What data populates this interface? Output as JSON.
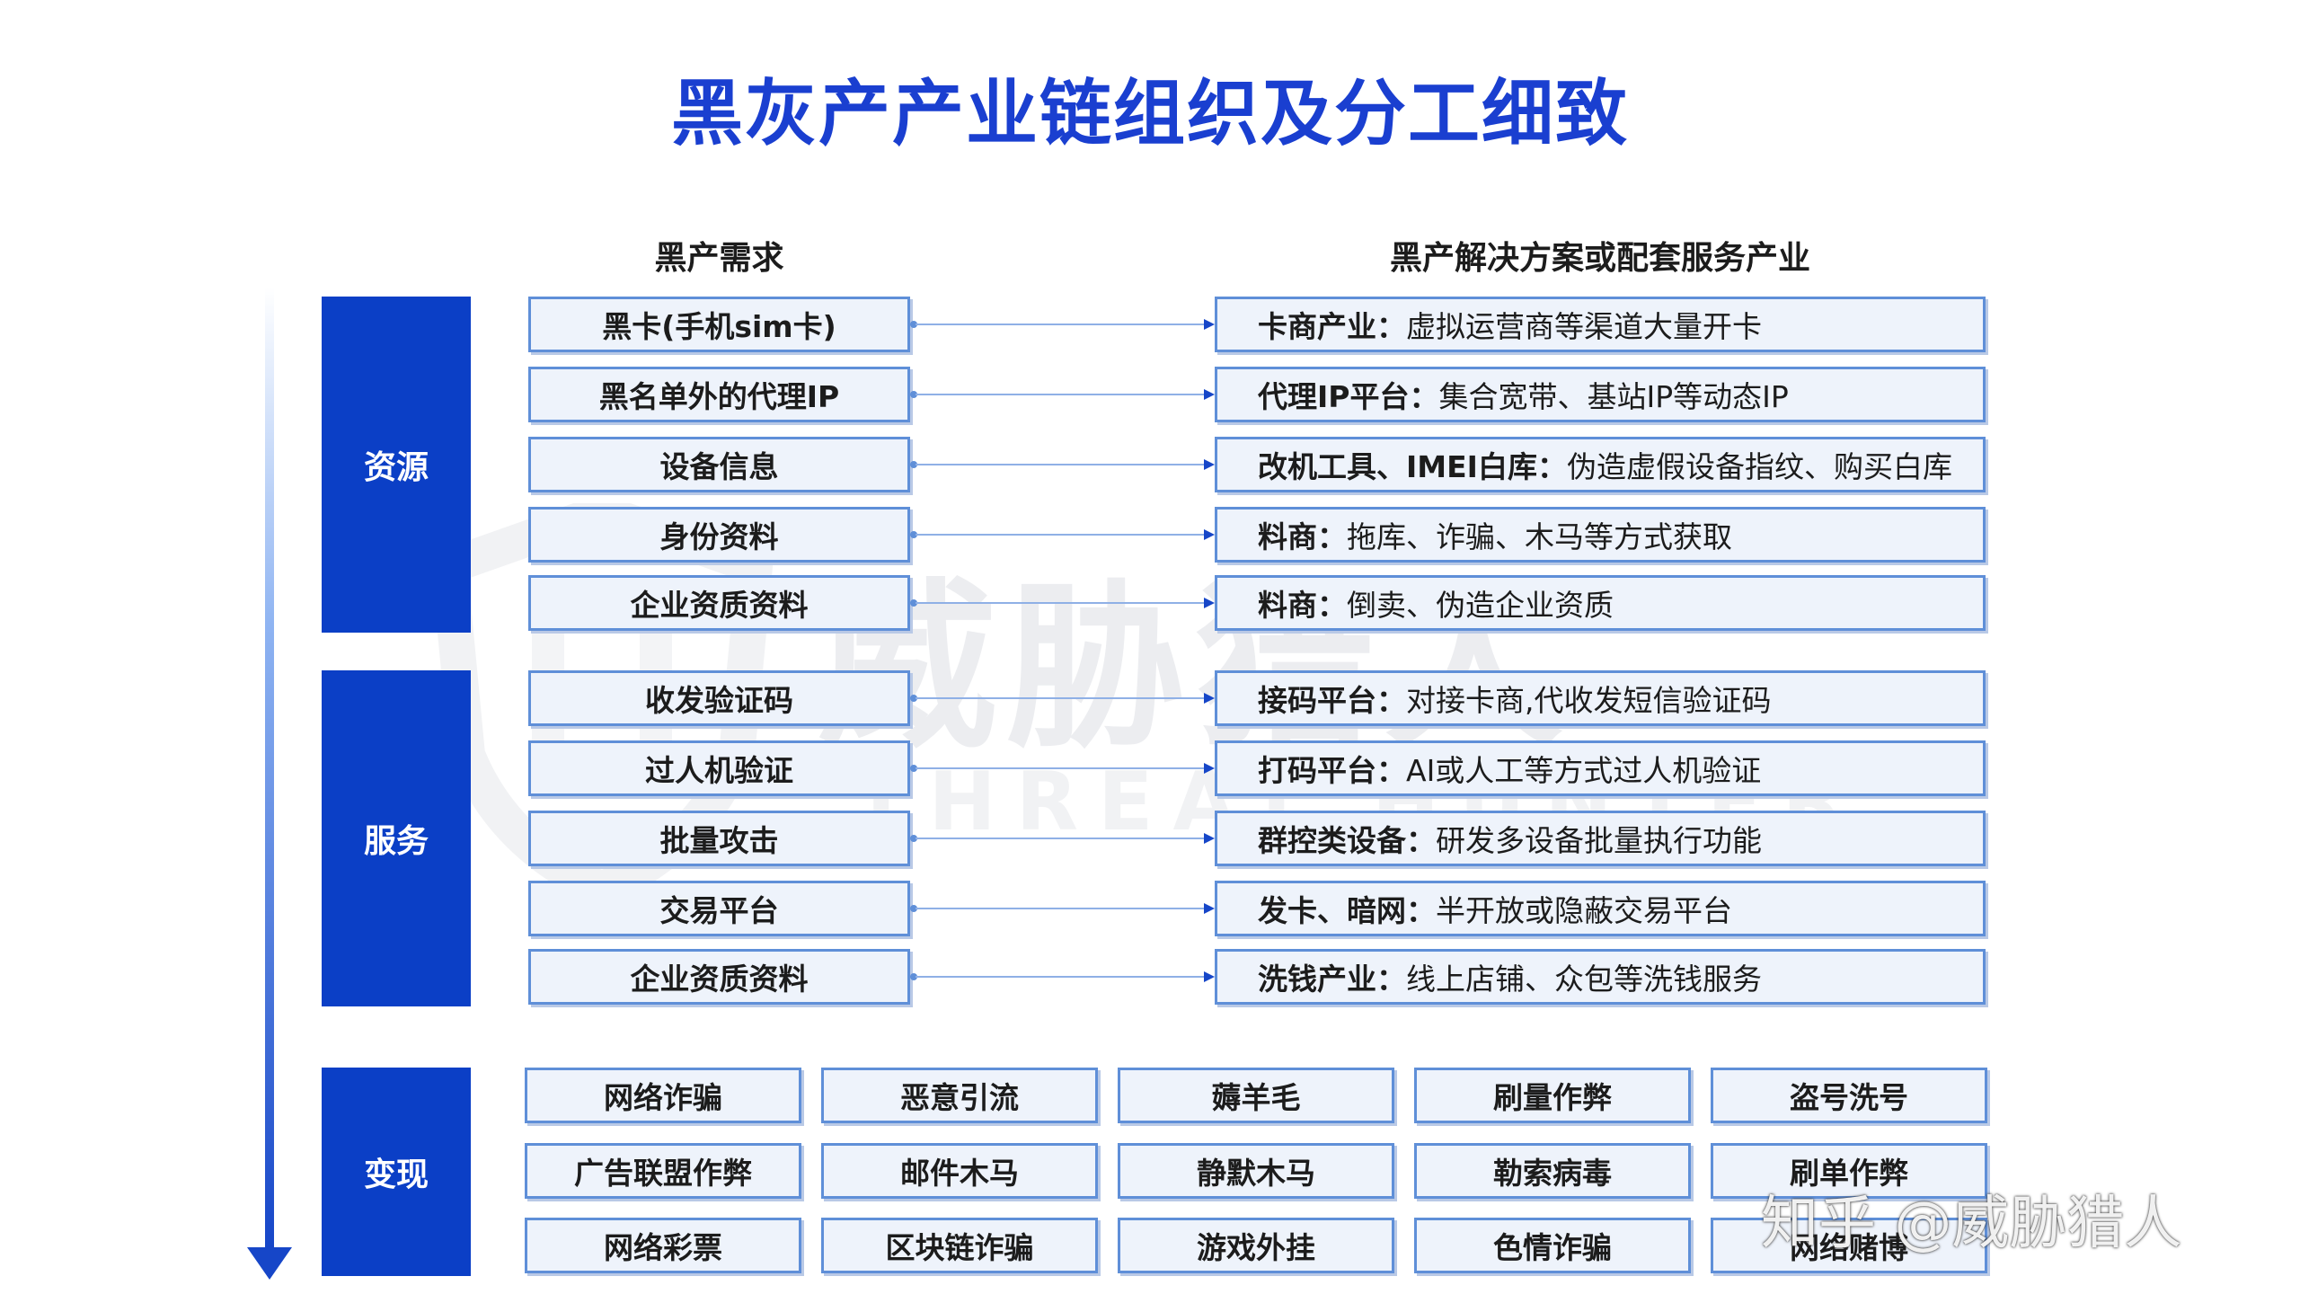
{
  "title": "黑灰产产业链组织及分工细致",
  "headers": {
    "left": "黑产需求",
    "right": "黑产解决方案或配套服务产业"
  },
  "categories": {
    "resources": "资源",
    "services": "服务",
    "monetize": "变现"
  },
  "resources": [
    {
      "need": "黑卡(手机sim卡)",
      "key": "卡商产业：",
      "desc": "虚拟运营商等渠道大量开卡"
    },
    {
      "need": "黑名单外的代理IP",
      "key": "代理IP平台：",
      "desc": "集合宽带、基站IP等动态IP"
    },
    {
      "need": "设备信息",
      "key": "改机工具、IMEI白库：",
      "desc": "伪造虚假设备指纹、购买白库"
    },
    {
      "need": "身份资料",
      "key": "料商：",
      "desc": "拖库、诈骗、木马等方式获取"
    },
    {
      "need": "企业资质资料",
      "key": "料商：",
      "desc": "倒卖、伪造企业资质"
    }
  ],
  "services": [
    {
      "need": "收发验证码",
      "key": "接码平台：",
      "desc": "对接卡商,代收发短信验证码"
    },
    {
      "need": "过人机验证",
      "key": "打码平台：",
      "desc": "AI或人工等方式过人机验证"
    },
    {
      "need": "批量攻击",
      "key": "群控类设备：",
      "desc": "研发多设备批量执行功能"
    },
    {
      "need": "交易平台",
      "key": "发卡、暗网：",
      "desc": "半开放或隐蔽交易平台"
    },
    {
      "need": "企业资质资料",
      "key": "洗钱产业：",
      "desc": "线上店铺、众包等洗钱服务"
    }
  ],
  "monetize": [
    [
      "网络诈骗",
      "恶意引流",
      "薅羊毛",
      "刷量作弊",
      "盗号洗号"
    ],
    [
      "广告联盟作弊",
      "邮件木马",
      "静默木马",
      "勒索病毒",
      "刷单作弊"
    ],
    [
      "网络彩票",
      "区块链诈骗",
      "游戏外挂",
      "色情诈骗",
      "网络赌博"
    ]
  ],
  "watermark": {
    "cn": "威胁猎人",
    "en": "THREAT HUNTER",
    "zhihu": "知乎 @威胁猎人"
  },
  "colors": {
    "title": "#1a3fd0",
    "category_bg": "#0b3fc6",
    "box_bg": "#eef3fb",
    "box_border": "#5f8fd8",
    "connector": "#8fb0e6"
  }
}
